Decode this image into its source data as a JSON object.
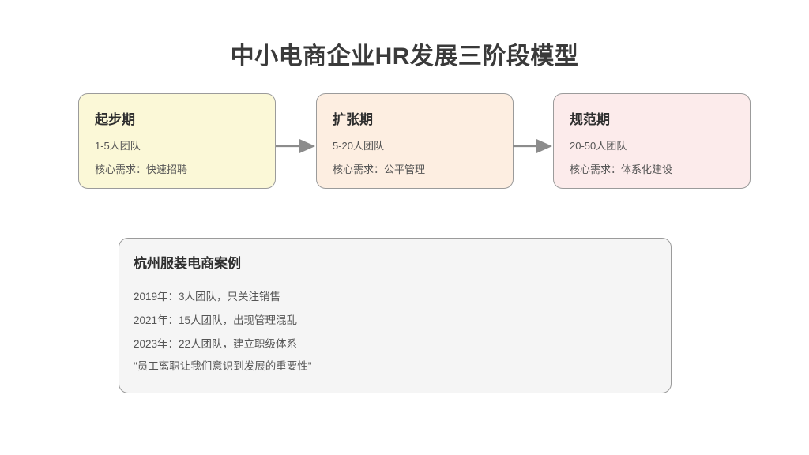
{
  "page": {
    "title": "中小电商企业HR发展三阶段模型",
    "background_color": "#ffffff"
  },
  "stages": [
    {
      "name": "startup",
      "title": "起步期",
      "team_size": "1-5人团队",
      "core_need": "核心需求：快速招聘",
      "fill_color": "#fbf8d7",
      "border_color": "#9b9b9b"
    },
    {
      "name": "expansion",
      "title": "扩张期",
      "team_size": "5-20人团队",
      "core_need": "核心需求：公平管理",
      "fill_color": "#fdeee1",
      "border_color": "#9b9b9b"
    },
    {
      "name": "standardization",
      "title": "规范期",
      "team_size": "20-50人团队",
      "core_need": "核心需求：体系化建设",
      "fill_color": "#fcebeb",
      "border_color": "#9b9b9b"
    }
  ],
  "connectors": [
    {
      "name": "arrow-stage1-to-stage2",
      "icon": "arrow-right-icon",
      "color": "#8c8c8c"
    },
    {
      "name": "arrow-stage2-to-stage3",
      "icon": "arrow-right-icon",
      "color": "#8c8c8c"
    }
  ],
  "case_study": {
    "title": "杭州服装电商案例",
    "fill_color": "#f5f5f5",
    "border_color": "#9b9b9b",
    "lines": [
      "2019年：3人团队，只关注销售",
      "2021年：15人团队，出现管理混乱",
      "2023年：22人团队，建立职级体系",
      "\"员工离职让我们意识到发展的重要性\""
    ]
  }
}
